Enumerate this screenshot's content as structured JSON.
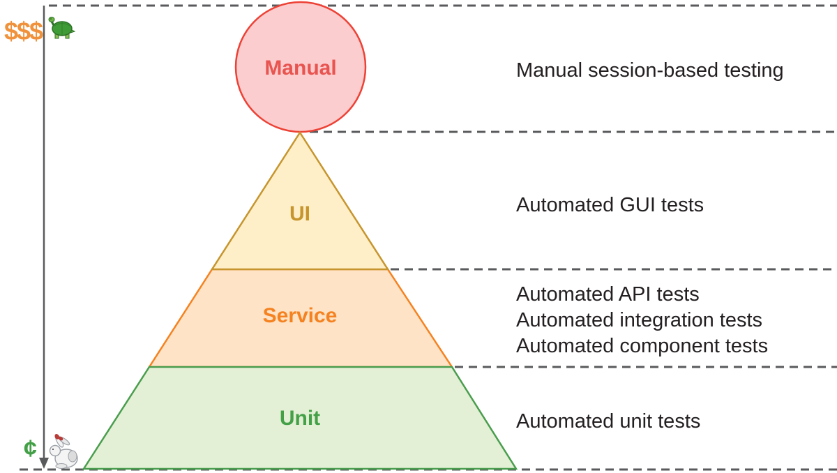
{
  "cost_scale": {
    "high_cost_label": "$$$",
    "low_cost_label": "¢",
    "high_cost_color": "#f0923b",
    "low_cost_color": "#43a047",
    "slow_icon": "turtle-icon",
    "fast_icon": "rabbit-icon",
    "arrow_color": "#595a5c"
  },
  "separator_color": "#595a5c",
  "description_text_color": "#231f20",
  "levels": [
    {
      "id": "manual",
      "label": "Manual",
      "shape": "circle",
      "fill": "#fccdce",
      "stroke": "#ed4135",
      "label_color": "#e85450",
      "descriptions": [
        "Manual session-based testing"
      ]
    },
    {
      "id": "ui",
      "label": "UI",
      "shape": "triangle",
      "fill": "#feefc9",
      "stroke": "#c6952d",
      "label_color": "#c6952d",
      "descriptions": [
        "Automated GUI tests"
      ]
    },
    {
      "id": "service",
      "label": "Service",
      "shape": "trapezoid",
      "fill": "#fee3c7",
      "stroke": "#f58220",
      "label_color": "#f58220",
      "descriptions": [
        "Automated API tests",
        "Automated integration tests",
        "Automated component tests"
      ]
    },
    {
      "id": "unit",
      "label": "Unit",
      "shape": "trapezoid",
      "fill": "#e3f0d5",
      "stroke": "#4a9d4e",
      "label_color": "#43a047",
      "descriptions": [
        "Automated unit tests"
      ]
    }
  ]
}
